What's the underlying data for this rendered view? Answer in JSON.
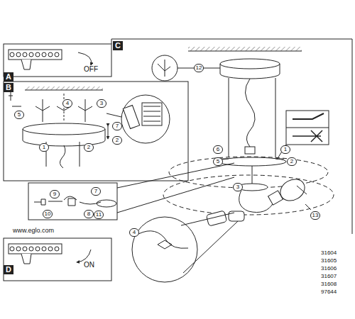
{
  "diagram": {
    "nodes": [
      {
        "text": [
          "A",
          "OFF"
        ]
      },
      {
        "text": [
          "B"
        ]
      },
      {
        "text": [
          "C"
        ]
      },
      {
        "text": [
          "D",
          "ON"
        ]
      }
    ],
    "labels": [
      "www.eglo.com",
      "31604",
      "31605",
      "31606",
      "31607",
      "31608",
      "97644",
      "5",
      "4",
      "3",
      "1",
      "2",
      "7",
      "2",
      "12",
      "6",
      "1",
      "5",
      "2",
      "3",
      "13",
      "4",
      "9",
      "7",
      "8",
      "10",
      "11"
    ]
  }
}
